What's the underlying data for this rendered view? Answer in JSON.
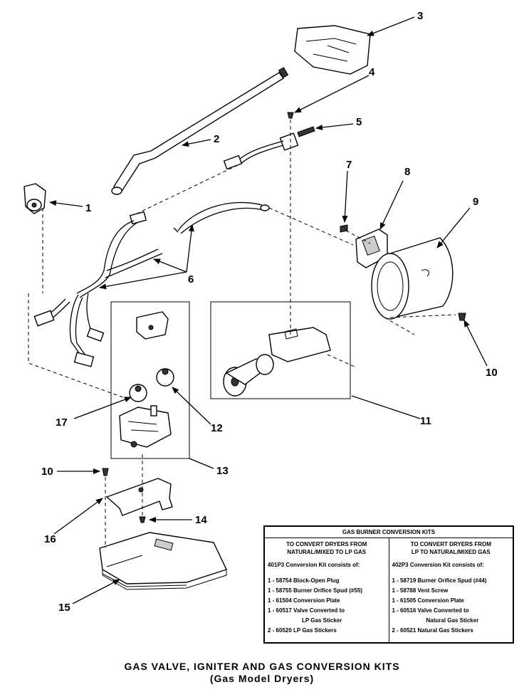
{
  "callouts": [
    {
      "id": "1",
      "text": "1"
    },
    {
      "id": "2",
      "text": "2"
    },
    {
      "id": "3",
      "text": "3"
    },
    {
      "id": "4",
      "text": "4"
    },
    {
      "id": "5",
      "text": "5"
    },
    {
      "id": "6",
      "text": "6"
    },
    {
      "id": "7",
      "text": "7"
    },
    {
      "id": "8",
      "text": "8"
    },
    {
      "id": "9",
      "text": "9"
    },
    {
      "id": "10a",
      "text": "10"
    },
    {
      "id": "10b",
      "text": "10"
    },
    {
      "id": "11",
      "text": "11"
    },
    {
      "id": "12",
      "text": "12"
    },
    {
      "id": "13",
      "text": "13"
    },
    {
      "id": "14",
      "text": "14"
    },
    {
      "id": "15",
      "text": "15"
    },
    {
      "id": "16",
      "text": "16"
    },
    {
      "id": "17",
      "text": "17"
    }
  ],
  "kit": {
    "title": "GAS BURNER CONVERSION KITS",
    "left": {
      "head1": "TO CONVERT DRYERS FROM",
      "head2": "NATURAL/MIXED TO LP GAS",
      "consists": "401P3 Conversion Kit consists of:",
      "items": [
        {
          "line": "1 - 58754 Block-Open Plug",
          "cont": ""
        },
        {
          "line": "1 - 58755 Burner Orifice Spud (#55)",
          "cont": ""
        },
        {
          "line": "1 - 61504 Conversion Plate",
          "cont": ""
        },
        {
          "line": "1 - 60517 Valve Converted to",
          "cont": "LP Gas Sticker"
        },
        {
          "line": "2 - 60520 LP Gas Stickers",
          "cont": ""
        }
      ]
    },
    "right": {
      "head1": "TO CONVERT DRYERS FROM",
      "head2": "LP TO NATURAL/MIXED GAS",
      "consists": "402P3 Conversion Kit consists of:",
      "items": [
        {
          "line": "1 - 58719 Burner Orifice Spud (#44)",
          "cont": ""
        },
        {
          "line": "1 - 58788 Vent Screw",
          "cont": ""
        },
        {
          "line": "1 - 61505 Conversion Plate",
          "cont": ""
        },
        {
          "line": "1 - 60516 Valve Converted to",
          "cont": "Natural Gas Sticker"
        },
        {
          "line": "2 - 60521 Natural Gas Stickers",
          "cont": ""
        }
      ]
    }
  },
  "caption": {
    "line1": "GAS VALVE, IGNITER AND GAS CONVERSION KITS",
    "line2": "(Gas Model Dryers)"
  }
}
